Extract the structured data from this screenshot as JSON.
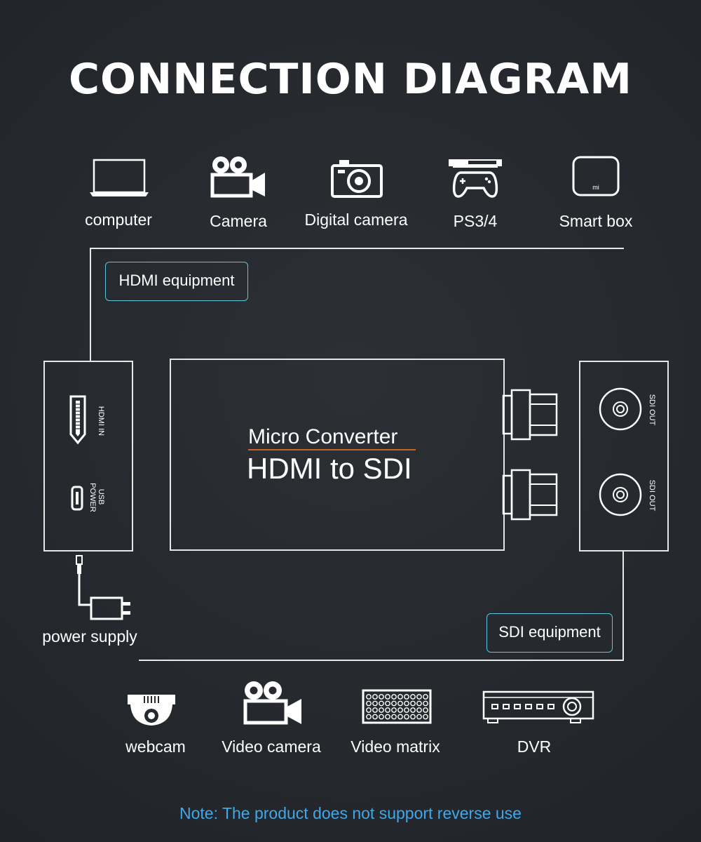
{
  "title": "CONNECTION DIAGRAM",
  "hdmi_devices": [
    {
      "label": "computer",
      "icon": "laptop-icon"
    },
    {
      "label": "Camera",
      "icon": "movie-camera-icon"
    },
    {
      "label": "Digital camera",
      "icon": "digital-camera-icon"
    },
    {
      "label": "PS3/4",
      "icon": "game-console-icon"
    },
    {
      "label": "Smart box",
      "icon": "smart-box-icon"
    }
  ],
  "smart_box_logo": "mi",
  "hdmi_tag": "HDMI equipment",
  "sdi_tag": "SDI equipment",
  "converter": {
    "line1": "Micro Converter",
    "line2": "HDMI to SDI"
  },
  "input_panel": {
    "hdmi_port": "HDMI IN",
    "usb_port_line1": "USB",
    "usb_port_line2": "POWER"
  },
  "output_panel": {
    "sdi_port_1": "SDI OUT",
    "sdi_port_2": "SDI OUT"
  },
  "power_label": "power supply",
  "sdi_devices": [
    {
      "label": "webcam",
      "icon": "dome-camera-icon"
    },
    {
      "label": "Video camera",
      "icon": "movie-camera-icon"
    },
    {
      "label": "Video matrix",
      "icon": "video-matrix-icon"
    },
    {
      "label": "DVR",
      "icon": "dvr-icon"
    }
  ],
  "note": "Note: The product does not support reverse use",
  "colors": {
    "background": "#262a2f",
    "accent": "#59c7dd",
    "note": "#3fa8ea",
    "underline": "#c8642a"
  }
}
